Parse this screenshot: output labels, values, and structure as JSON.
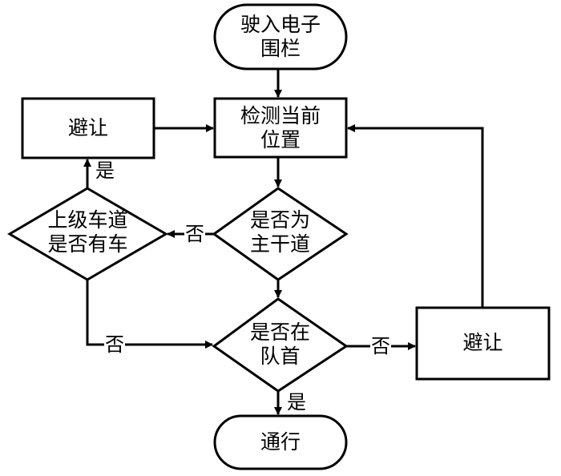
{
  "diagram": {
    "type": "flowchart",
    "nodes": {
      "start": {
        "shape": "terminal",
        "lines": [
          "驶入电子",
          "围栏"
        ]
      },
      "detect": {
        "shape": "process",
        "lines": [
          "检测当前",
          "位置"
        ]
      },
      "is_main_road": {
        "shape": "decision",
        "lines": [
          "是否为",
          "主干道"
        ]
      },
      "upper_lane_has_car": {
        "shape": "decision",
        "lines": [
          "上级车道",
          "是否有车"
        ]
      },
      "yield_left": {
        "shape": "process",
        "lines": [
          "避让"
        ]
      },
      "is_queue_head": {
        "shape": "decision",
        "lines": [
          "是否在",
          "队首"
        ]
      },
      "yield_right": {
        "shape": "process",
        "lines": [
          "避让"
        ]
      },
      "pass": {
        "shape": "terminal",
        "lines": [
          "通行"
        ]
      }
    },
    "edges": [
      {
        "from": "start",
        "to": "detect",
        "label": ""
      },
      {
        "from": "detect",
        "to": "is_main_road",
        "label": ""
      },
      {
        "from": "is_main_road",
        "to": "upper_lane_has_car",
        "label": "否"
      },
      {
        "from": "is_main_road",
        "to": "is_queue_head",
        "label": ""
      },
      {
        "from": "upper_lane_has_car",
        "to": "yield_left",
        "label": "是"
      },
      {
        "from": "upper_lane_has_car",
        "to": "is_queue_head",
        "label": "否"
      },
      {
        "from": "yield_left",
        "to": "detect",
        "label": ""
      },
      {
        "from": "is_queue_head",
        "to": "yield_right",
        "label": "否"
      },
      {
        "from": "is_queue_head",
        "to": "pass",
        "label": "是"
      },
      {
        "from": "yield_right",
        "to": "detect",
        "label": ""
      }
    ]
  },
  "edge_labels": {
    "main_no": "否",
    "upper_yes": "是",
    "upper_no": "否",
    "queue_no": "否",
    "queue_yes": "是"
  },
  "colors": {
    "stroke": "#000000",
    "background": "#ffffff"
  }
}
